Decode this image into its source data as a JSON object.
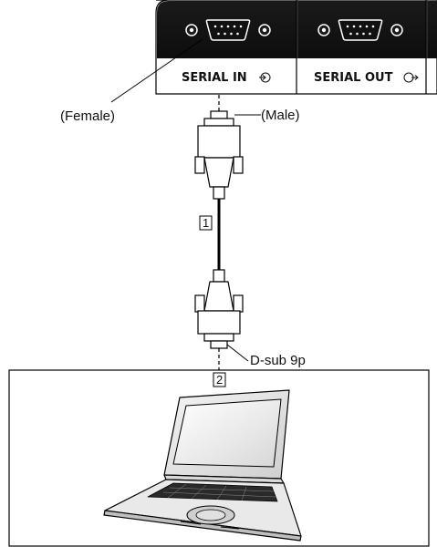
{
  "panel": {
    "ports": [
      {
        "label": "SERIAL IN",
        "direction_icon": "serial-in-icon"
      },
      {
        "label": "SERIAL OUT",
        "direction_icon": "serial-out-icon"
      }
    ]
  },
  "labels": {
    "female": "(Female)",
    "male": "(Male)",
    "cable_number": "1",
    "dsub": "D-sub 9p",
    "computer_number": "2"
  },
  "colors": {
    "panel_dark": "#111111",
    "panel_light": "#ffffff",
    "line": "#000000"
  }
}
